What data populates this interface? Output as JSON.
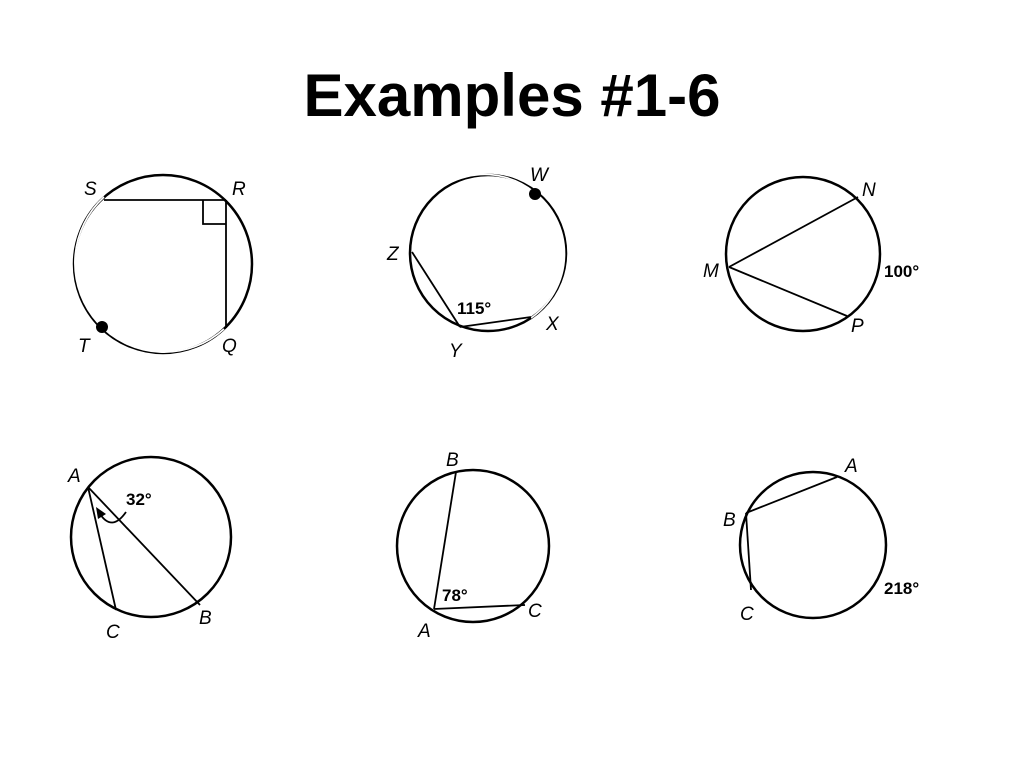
{
  "title": "Examples #1-6",
  "examples": [
    {
      "points": {
        "S": "S",
        "R": "R",
        "T": "T",
        "Q": "Q"
      },
      "measures": []
    },
    {
      "points": {
        "W": "W",
        "Z": "Z",
        "Y": "Y",
        "X": "X"
      },
      "measures": [
        "115°"
      ]
    },
    {
      "points": {
        "N": "N",
        "M": "M",
        "P": "P"
      },
      "measures": [
        "100°"
      ]
    },
    {
      "points": {
        "A": "A",
        "C": "C",
        "B": "B"
      },
      "measures": [
        "32°"
      ]
    },
    {
      "points": {
        "B": "B",
        "A": "A",
        "C": "C"
      },
      "measures": [
        "78°"
      ]
    },
    {
      "points": {
        "A": "A",
        "B": "B",
        "C": "C"
      },
      "measures": [
        "218°"
      ]
    }
  ]
}
